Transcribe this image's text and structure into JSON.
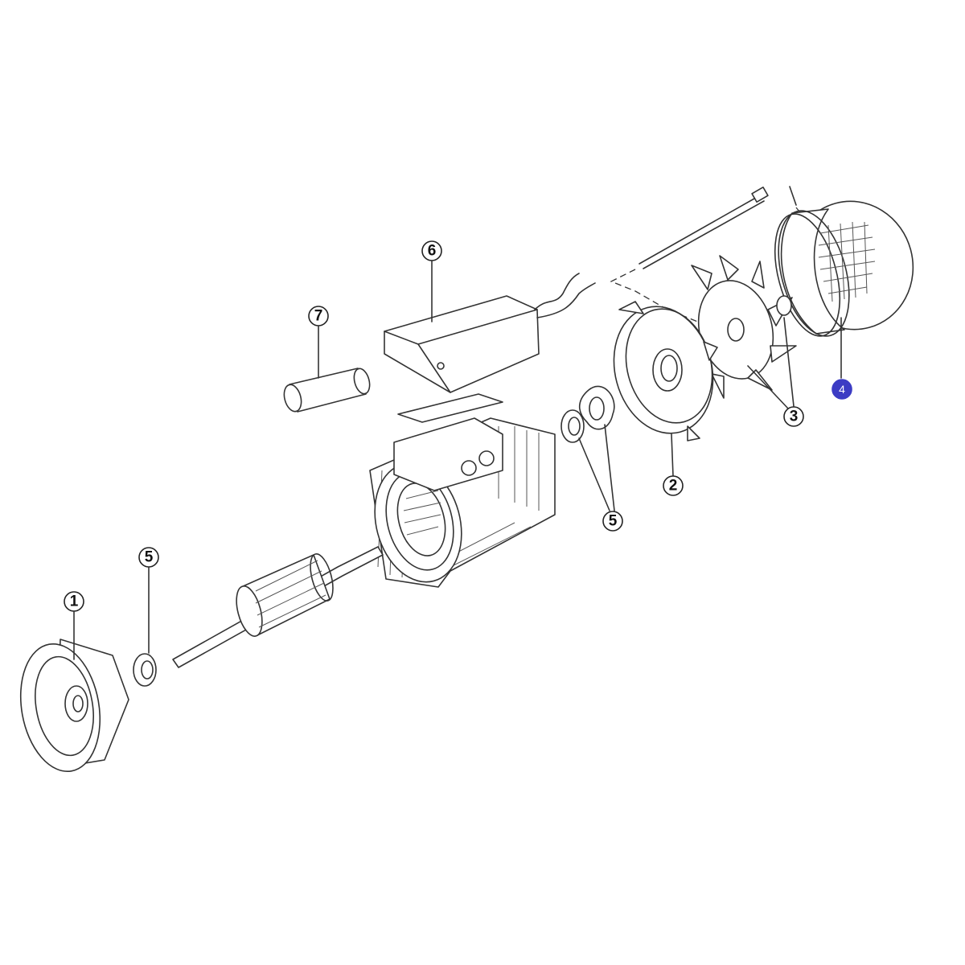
{
  "diagram": {
    "type": "exploded-parts-view",
    "callouts": [
      {
        "id": "front-flange",
        "label": "1"
      },
      {
        "id": "rear-endshield",
        "label": "2"
      },
      {
        "id": "fan",
        "label": "3"
      },
      {
        "id": "fan-cover",
        "label": "4"
      },
      {
        "id": "bearing-rear",
        "label": "5"
      },
      {
        "id": "bearing-front",
        "label": "5"
      },
      {
        "id": "terminal-box",
        "label": "6"
      },
      {
        "id": "capacitor",
        "label": "7"
      }
    ],
    "highlight_color": "#3c3cc4"
  }
}
